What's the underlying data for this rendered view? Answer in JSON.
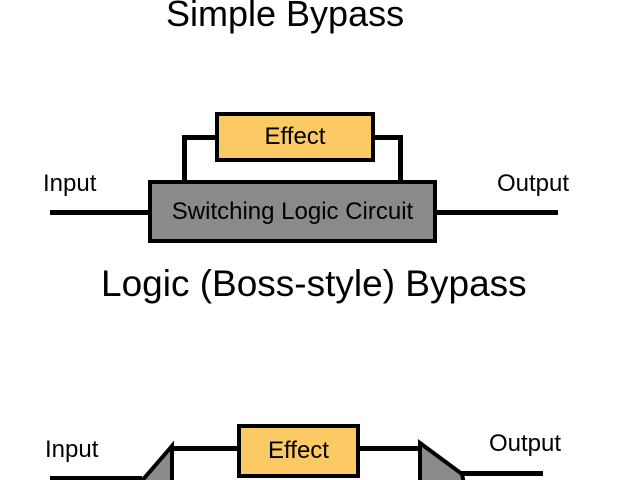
{
  "colors": {
    "effect_fill": "#FBCA64",
    "logic_fill": "#8A8A8A",
    "line": "#000000",
    "background": "#FFFFFF"
  },
  "simple_bypass": {
    "title": "Simple Bypass",
    "effect_label": "Effect",
    "logic_label": "Switching Logic Circuit",
    "input_label": "Input",
    "output_label": "Output"
  },
  "boss_bypass": {
    "title": "Logic (Boss-style) Bypass",
    "effect_label": "Effect",
    "input_label": "Input",
    "output_label": "Output"
  }
}
